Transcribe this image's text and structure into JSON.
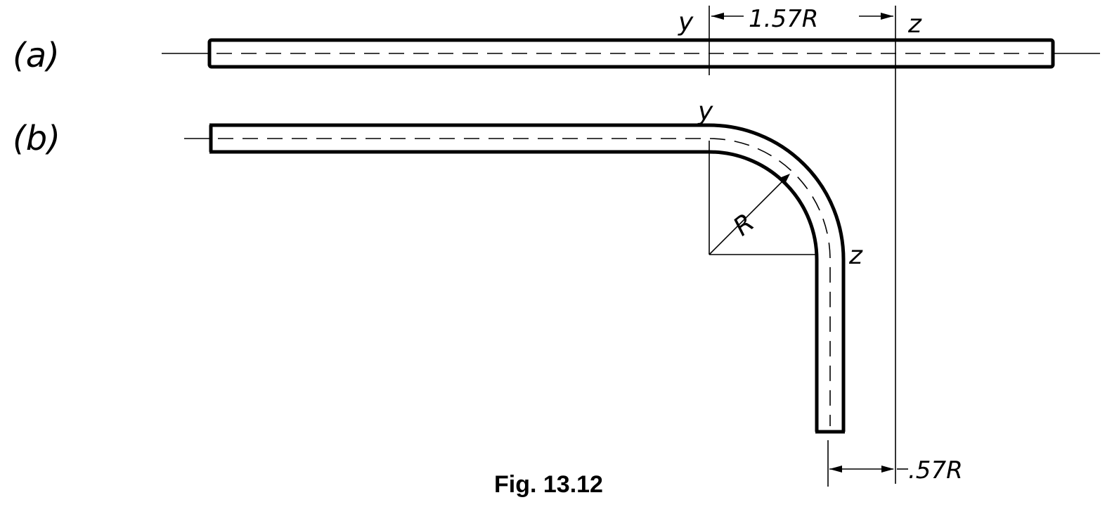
{
  "figure": {
    "part_a_label": "(a)",
    "part_b_label": "(b)",
    "caption": "Fig. 13.12"
  },
  "labels": {
    "a_point_y": "y",
    "a_point_z": "z",
    "a_dimension": "1.57R",
    "b_point_y": "y",
    "b_point_z": "z",
    "b_radius": "R",
    "b_offset_dimension": ".57R"
  },
  "colors": {
    "ink": "#000000",
    "paper": "#ffffff"
  }
}
